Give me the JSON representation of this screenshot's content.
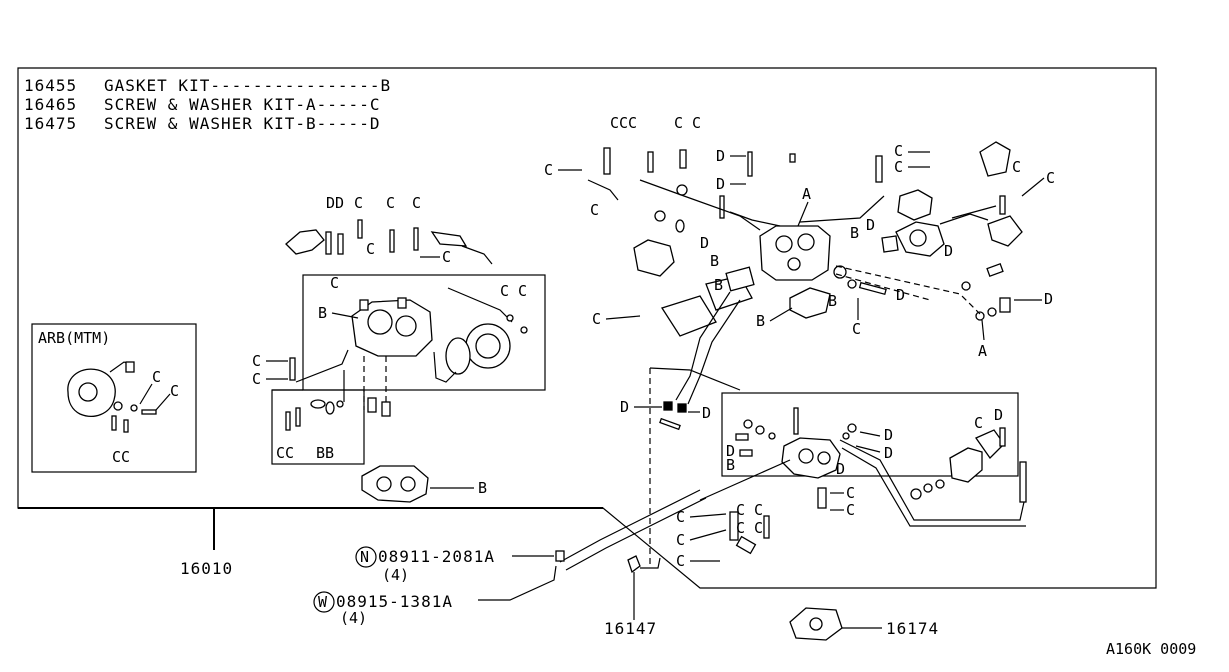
{
  "legend": {
    "rows": [
      {
        "part_no": "16455",
        "text": "GASKET KIT----------------B"
      },
      {
        "part_no": "16465",
        "text": "SCREW & WASHER KIT-A-----C"
      },
      {
        "part_no": "16475",
        "text": "SCREW & WASHER KIT-B-----D"
      }
    ]
  },
  "inset_title": "ARB(MTM)",
  "part_numbers": {
    "main": "16010",
    "bolt_n": "08911-2081A",
    "bolt_n_qty": "(4)",
    "bolt_w": "08915-1381A",
    "bolt_w_qty": "(4)",
    "sensor": "16147",
    "insulator": "16174"
  },
  "bolt_symbols": {
    "n": "N",
    "w": "W"
  },
  "diagram_code": "A160K 0009",
  "callouts": {
    "B": "B",
    "C": "C",
    "D": "D",
    "A": "A",
    "CCC": "CCC",
    "CC": "CC",
    "BB": "BB",
    "DD": "DD",
    "C_C": "C C",
    "C_C2": "C C",
    "CC2": "C C"
  }
}
